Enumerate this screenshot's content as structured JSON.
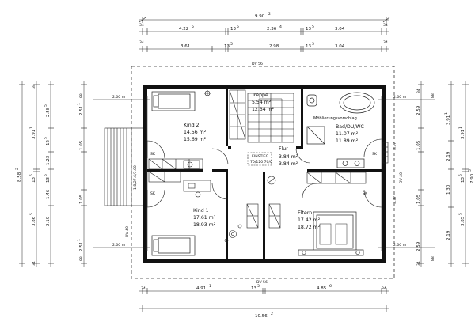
{
  "dims_top": {
    "total": "9.90",
    "total_exp": "2",
    "row2": [
      {
        "v": "4.22",
        "e": "5"
      },
      {
        "v": "13",
        "e": "5"
      },
      {
        "v": "2.36",
        "e": "4"
      },
      {
        "v": "13",
        "e": "5"
      },
      {
        "v": "3.04",
        "e": ""
      }
    ],
    "row3": [
      {
        "v": "3.61",
        "e": ""
      },
      {
        "v": "13",
        "e": "5"
      },
      {
        "v": "2.98",
        "e": ""
      },
      {
        "v": "13",
        "e": "5"
      },
      {
        "v": "3.04",
        "e": ""
      }
    ],
    "ends": "34"
  },
  "dims_bottom": {
    "total": "10.56",
    "total_exp": "2",
    "row": [
      {
        "v": "4.91",
        "e": "1"
      },
      {
        "v": "13",
        "e": "5"
      },
      {
        "v": "4.85",
        "e": "6"
      }
    ],
    "ends": "34"
  },
  "dims_left": {
    "total": "8.58",
    "total_exp": "2",
    "col1": [
      {
        "v": "3.91",
        "e": "1"
      },
      {
        "v": "13",
        "e": "5"
      },
      {
        "v": "3.86",
        "e": "5"
      }
    ],
    "col2": [
      {
        "v": "2.58",
        "e": "5"
      },
      {
        "v": "12",
        "e": "5"
      },
      {
        "v": "1.23",
        "e": ""
      },
      {
        "v": "13",
        "e": "5"
      },
      {
        "v": "1.46",
        "e": ""
      },
      {
        "v": "2.19",
        "e": ""
      }
    ],
    "col3": [
      {
        "v": "2.51",
        "e": "1"
      },
      {
        "v": "1.05",
        "e": ""
      },
      {
        "v": "1.05",
        "e": ""
      },
      {
        "v": "2.51",
        "e": "1"
      }
    ],
    "small": [
      "34",
      "34",
      "88",
      "88"
    ]
  },
  "dims_right": {
    "total": "7.90",
    "total_exp": "5",
    "col1": [
      {
        "v": "2.59",
        "e": ""
      },
      {
        "v": "1.05",
        "e": ""
      },
      {
        "v": "1.05",
        "e": ""
      },
      {
        "v": "2.59",
        "e": ""
      }
    ],
    "col2": [
      {
        "v": "3.91",
        "e": "1"
      },
      {
        "v": "2.19",
        "e": ""
      },
      {
        "v": "1.30",
        "e": ""
      },
      {
        "v": "2.19",
        "e": ""
      }
    ],
    "col3": [
      {
        "v": "3.91",
        "e": "1"
      },
      {
        "v": "13",
        "e": "5"
      },
      {
        "v": "3.85",
        "e": "5"
      }
    ],
    "small": [
      "34",
      "88",
      "3.37",
      "3.37",
      "88",
      "34"
    ]
  },
  "labels": {
    "dv_top": "DV 56",
    "dv_bottom": "DV 56",
    "dv_left": "DV 40",
    "dv_right": "DV 40",
    "height_mark": "2.00 m",
    "side_note": "1.8/27.6/3.00"
  },
  "rooms": {
    "kind2": {
      "name": "Kind 2",
      "a1": "14.56 m²",
      "a2": "15.69 m²"
    },
    "kind1": {
      "name": "Kind 1",
      "a1": "17.61 m²",
      "a2": "18.93 m²"
    },
    "treppe": {
      "name": "Treppe",
      "a1": "5.54 m²",
      "a2": "12.34 m²"
    },
    "flur": {
      "name": "Flur",
      "a1": "3.84 m²",
      "a2": "3.84 m²"
    },
    "bad": {
      "name": "Bad/DU/WC",
      "a1": "11.07 m²",
      "a2": "11.89 m²"
    },
    "eltern": {
      "name": "Eltern",
      "a1": "17.42 m²",
      "a2": "18.72 m²"
    }
  },
  "notes": {
    "moebel": "Möblierungsvorschlag",
    "einstieg": "EINSTIEG",
    "einstieg_sub": "70/120 70/0",
    "sk": "SK"
  }
}
